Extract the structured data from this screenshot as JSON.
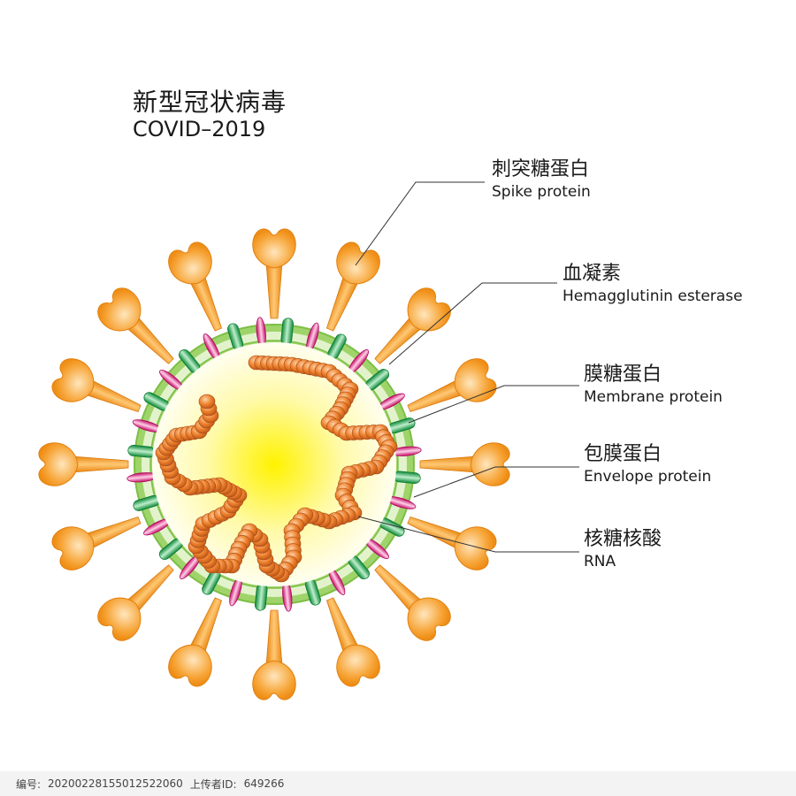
{
  "title": {
    "cn": "新型冠状病毒",
    "en": "COVID–2019"
  },
  "labels": [
    {
      "cn": "刺突糖蛋白",
      "en": "Spike protein"
    },
    {
      "cn": "血凝素",
      "en": "Hemagglutinin esterase"
    },
    {
      "cn": "膜糖蛋白",
      "en": "Membrane protein"
    },
    {
      "cn": "包膜蛋白",
      "en": "Envelope protein"
    },
    {
      "cn": "核糖核酸",
      "en": "RNA"
    }
  ],
  "footer": {
    "id_label": "编号:",
    "id_value": "20200228155012522060",
    "uploader_label": "上传者ID:",
    "uploader_value": "649266"
  },
  "colors": {
    "spike": "#f39a1e",
    "spike_light": "#ffe1b0",
    "envelope_ring": "#9fd46a",
    "envelope_ring_light": "#e2f3cc",
    "membrane_green": "#19a14a",
    "hemagglutinin_pink": "#e0117a",
    "core_center": "#fff200",
    "core_edge": "#fffde0",
    "rna": "#e8741f"
  }
}
